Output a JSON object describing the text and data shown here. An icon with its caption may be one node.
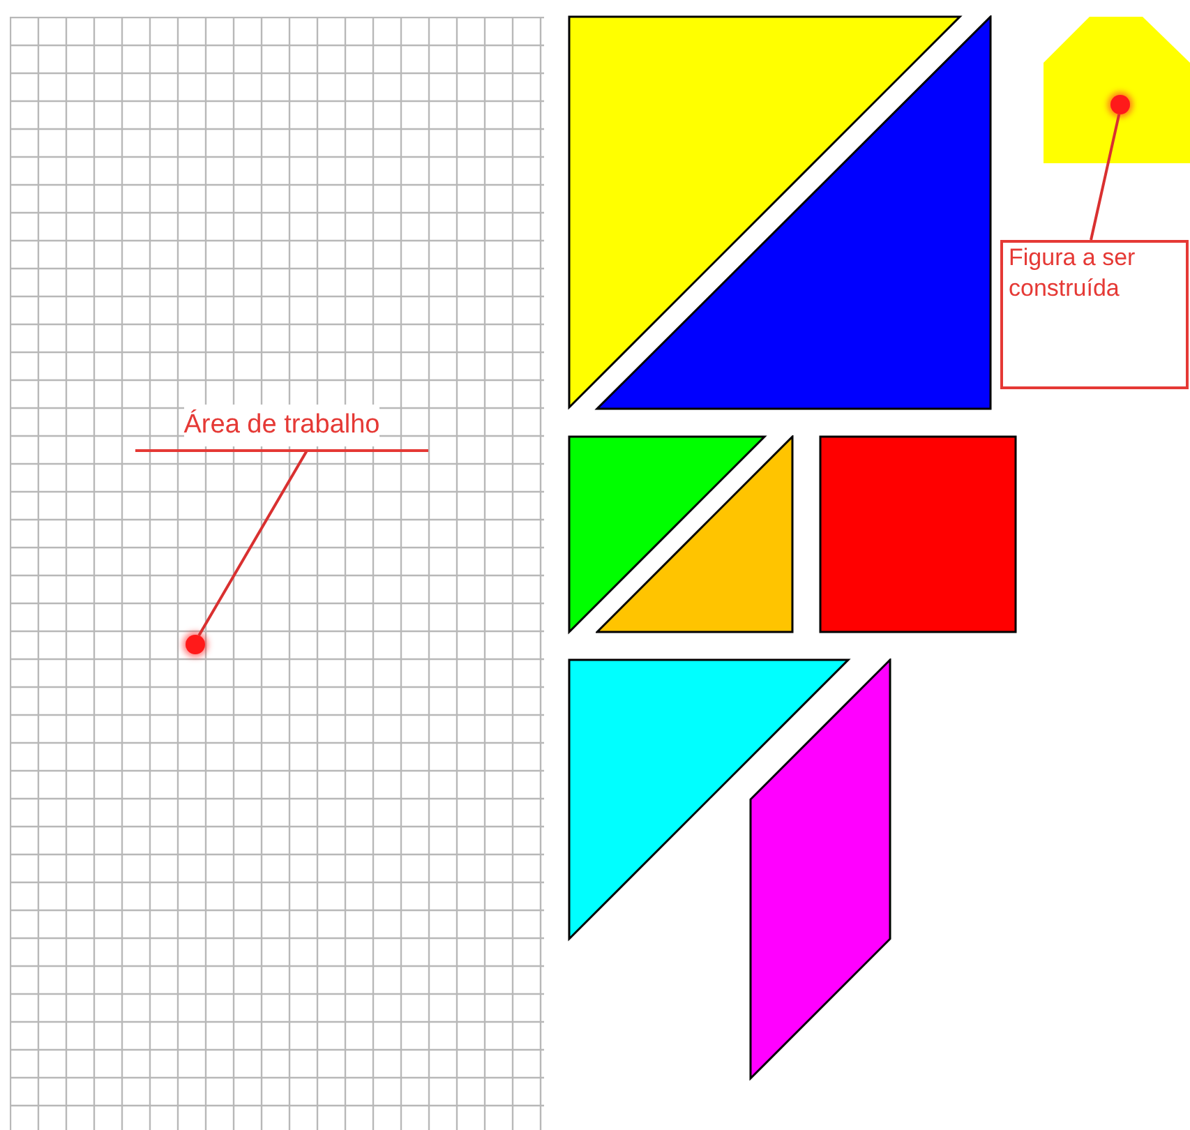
{
  "diagram": {
    "nodes": [
      {
        "text": [],
        "shape": "box"
      },
      {
        "text": [
          "Área de trabalho"
        ],
        "in": 0
      },
      {
        "text": [],
        "shape": "circle",
        "in": 0
      },
      {
        "text": [],
        "shape": "triangle"
      },
      {
        "text": [],
        "shape": "triangle"
      },
      {
        "text": [],
        "shape": "triangle"
      },
      {
        "text": [],
        "shape": "triangle"
      },
      {
        "text": [],
        "shape": "square"
      },
      {
        "text": [],
        "shape": "triangle"
      },
      {
        "text": [],
        "shape": "parallelogram"
      },
      {
        "text": [],
        "shape": "pentagon"
      },
      {
        "text": [],
        "shape": "circle",
        "in": 10
      },
      {
        "text": [
          "Figura a ser construída"
        ]
      }
    ],
    "edges": [
      {
        "from": 1,
        "to": 2,
        "arrow": "none"
      },
      {
        "from": 12,
        "to": 11,
        "arrow": "none"
      }
    ]
  }
}
